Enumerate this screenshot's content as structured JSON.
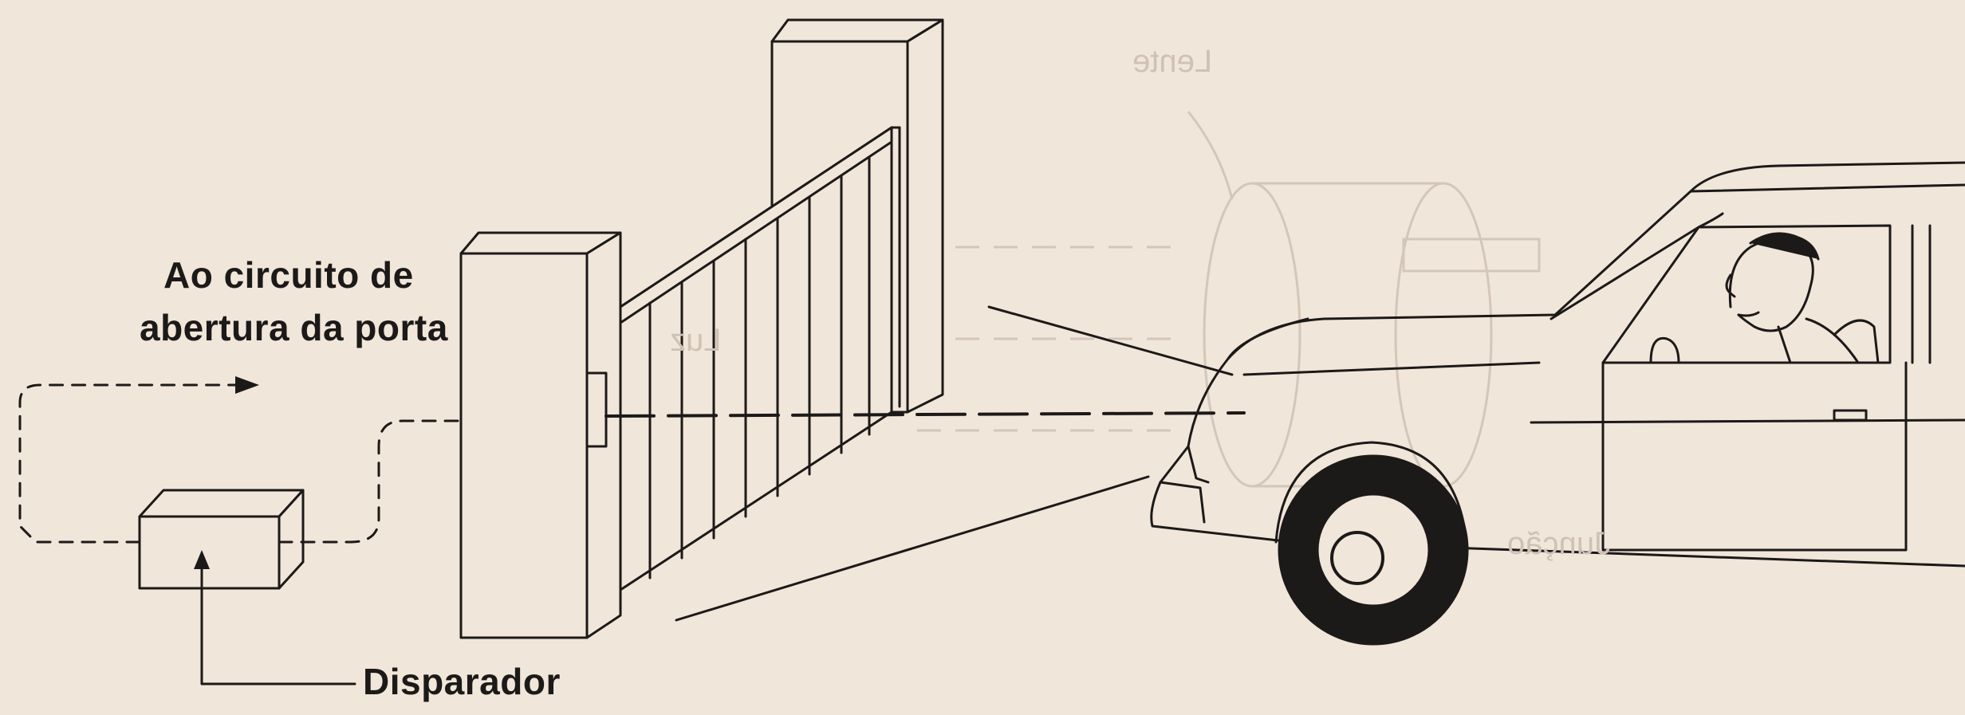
{
  "labels": {
    "door_circuit_line1": "Ao circuito de",
    "door_circuit_line2": "abertura da porta",
    "trigger": "Disparador"
  },
  "show_through_text": {
    "lens": "Lente",
    "light": "Luz",
    "junction": "Junção"
  },
  "colors": {
    "paper": "#f1e6da",
    "ink": "#1c1a18",
    "show_through": "#cfc2b5"
  }
}
